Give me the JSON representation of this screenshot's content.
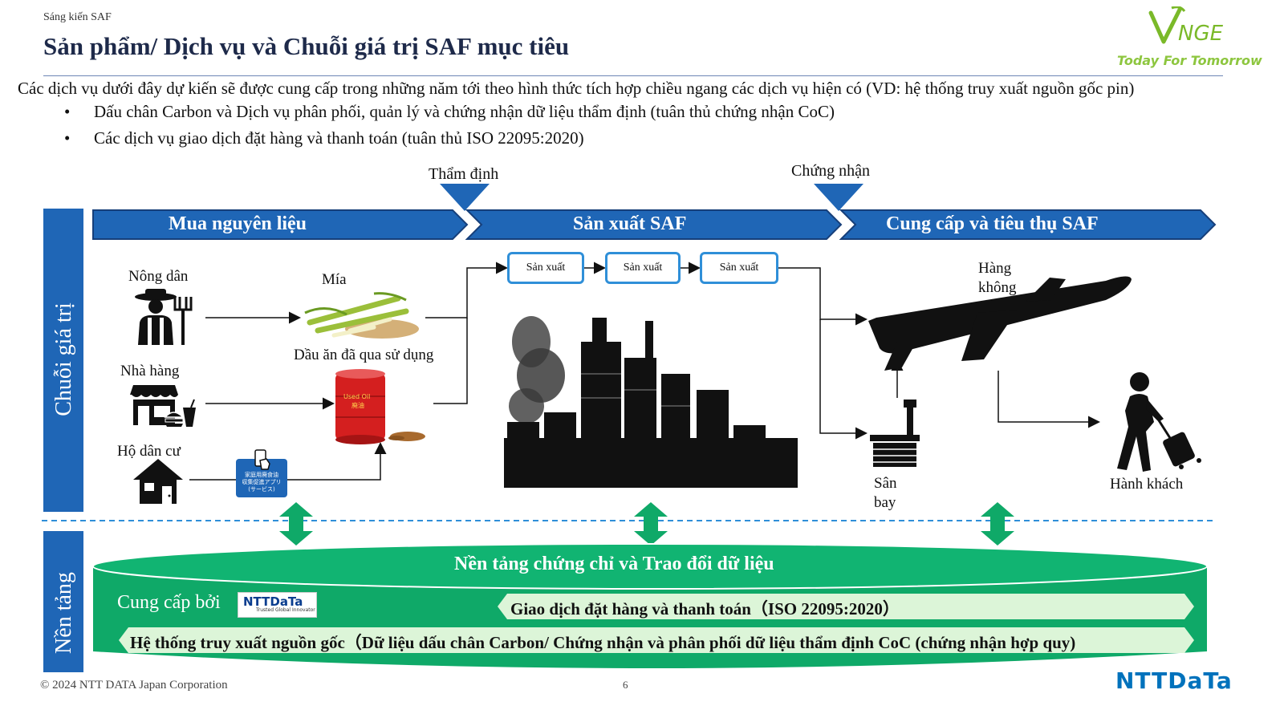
{
  "header": {
    "section": "Sáng kiến SAF",
    "title": "Sản phẩm/ Dịch vụ và Chuỗi giá trị SAF mục tiêu",
    "logo_tagline": "Today For Tomorrow"
  },
  "intro": {
    "text": "Các dịch vụ dưới đây dự kiến sẽ được cung cấp trong những năm tới theo hình thức tích hợp chiều ngang các dịch vụ hiện có (VD: hệ thống truy xuất nguồn gốc pin)",
    "bullets": [
      "Dấu chân Carbon và Dịch vụ phân phối, quản lý và chứng nhận dữ liệu thẩm định (tuân thủ chứng nhận CoC)",
      "Các dịch vụ giao dịch đặt hàng và thanh toán (tuân thủ ISO 22095:2020)"
    ],
    "bullet_mark": "•"
  },
  "checkpoints": {
    "verification": "Thẩm định",
    "certification": "Chứng nhận"
  },
  "stages": [
    "Mua nguyên liệu",
    "Sản xuất SAF",
    "Cung cấp và tiêu thụ SAF"
  ],
  "side_labels": {
    "value_chain": "Chuỗi giá trị",
    "platform": "Nền tảng"
  },
  "actors": {
    "farmer": "Nông dân",
    "restaurant": "Nhà hàng",
    "household": "Hộ dân cư",
    "sugarcane": "Mía",
    "used_oil": "Dầu ăn đã qua sử dụng",
    "barrel_label": "Used Oil",
    "barrel_sub": "廃油",
    "app_label_1": "家庭用廃食油",
    "app_label_2": "収集促進アプリ",
    "app_label_3": "(サービス)",
    "aviation_1": "Hàng",
    "aviation_2": "không",
    "airport_1": "Sân",
    "airport_2": "bay",
    "passenger": "Hành khách"
  },
  "production_steps": [
    "Sản xuất",
    "Sản xuất",
    "Sản xuất"
  ],
  "platform": {
    "title": "Nền tảng chứng chỉ và Trao đổi dữ liệu",
    "provided_by": "Cung cấp bởi",
    "provider_logo": "NTTDaTa",
    "provider_tagline": "Trusted Global Innovator",
    "service_1": "Giao dịch đặt hàng và thanh toán（ISO 22095:2020）",
    "service_2": "Hệ thống truy xuất nguồn gốc（Dữ liệu dấu chân Carbon/ Chứng nhận và phân phối dữ liệu thẩm định CoC (chứng nhận hợp quy)"
  },
  "footer": {
    "copyright": "© 2024 NTT DATA Japan Corporation",
    "page": "6",
    "brand": "NTTDaTa"
  },
  "colors": {
    "stage_blue": "#1f66b6",
    "platform_green": "#0fa968",
    "ribbon_green": "#dcf5d8",
    "box_border": "#2f8fd8"
  }
}
